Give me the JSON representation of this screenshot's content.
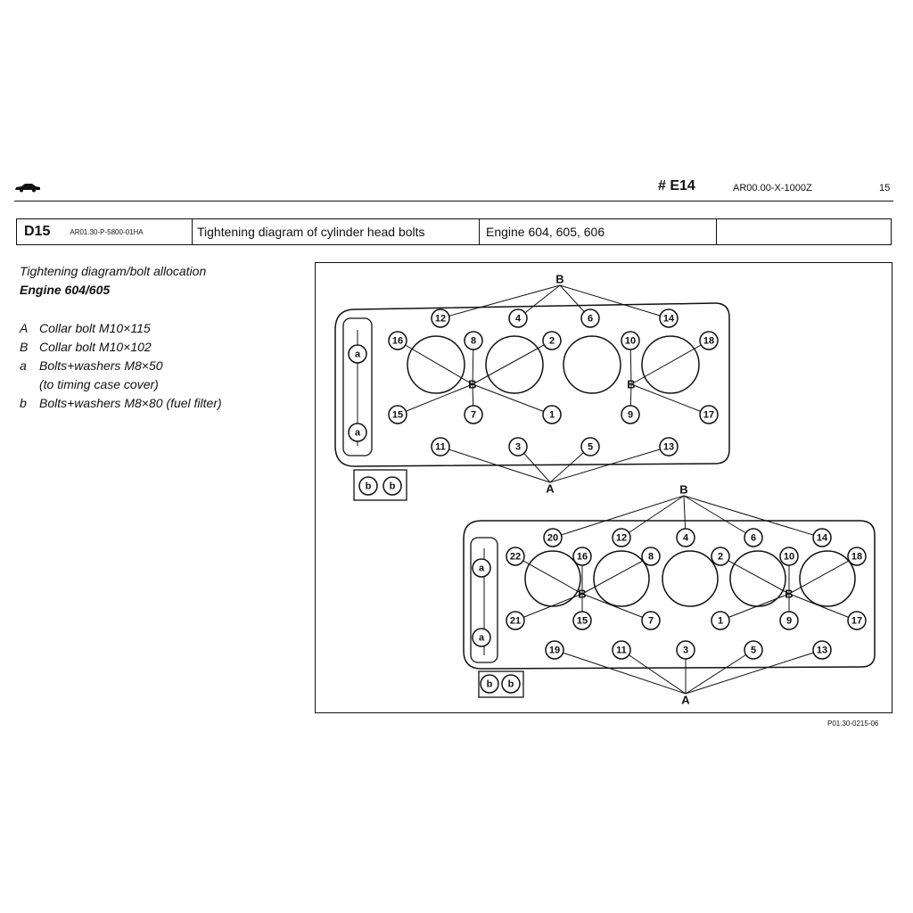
{
  "header": {
    "code": "# E14",
    "doc_number": "AR00.00-X-1000Z",
    "page_number": "15"
  },
  "title_band": {
    "section_code": "D15",
    "document_ref": "AR01.30-P-5800-01HA",
    "title": "Tightening diagram of cylinder head bolts",
    "engines": "Engine 604, 605, 606"
  },
  "content": {
    "heading": "Tightening diagram/bolt allocation",
    "subheading": "Engine 604/605",
    "legend": [
      {
        "key": "A",
        "text": "Collar bolt M10×115"
      },
      {
        "key": "B",
        "text": "Collar bolt M10×102"
      },
      {
        "key": "a",
        "text": "Bolts+washers M8×50"
      },
      {
        "key": "",
        "text": "(to timing case cover)"
      },
      {
        "key": "b",
        "text": "Bolts+washers M8×80 (fuel filter)"
      }
    ]
  },
  "figure": {
    "reference": "P01.30-0215-06",
    "head_1": {
      "label_A": "A",
      "label_B": "B",
      "bolt_numbers": [
        "1",
        "2",
        "3",
        "4",
        "5",
        "6",
        "7",
        "8",
        "9",
        "10",
        "11",
        "12",
        "13",
        "14",
        "15",
        "16",
        "17",
        "18"
      ],
      "aux_bolts_a": [
        "a",
        "a"
      ],
      "aux_bolts_b": [
        "b",
        "b"
      ]
    },
    "head_2": {
      "label_A": "A",
      "label_B": "B",
      "bolt_numbers": [
        "1",
        "2",
        "3",
        "4",
        "5",
        "6",
        "7",
        "8",
        "9",
        "10",
        "11",
        "12",
        "13",
        "14",
        "15",
        "16",
        "17",
        "18",
        "19",
        "20",
        "21",
        "22"
      ],
      "aux_bolts_a": [
        "a",
        "a"
      ],
      "aux_bolts_b": [
        "b",
        "b"
      ]
    }
  },
  "icons": {
    "car": "car-icon"
  }
}
